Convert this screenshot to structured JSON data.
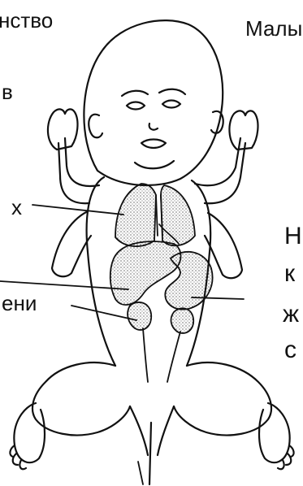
{
  "labels": {
    "top_left": "нство",
    "top_right": "Малы",
    "left_b": "в",
    "left_x": "х",
    "left_eni": "ени",
    "right_h": "Н",
    "right_k": "к",
    "right_zh": "ж",
    "right_s": "с"
  },
  "colors": {
    "line": "#111111",
    "stipple": "#333333",
    "background": "#ffffff"
  }
}
